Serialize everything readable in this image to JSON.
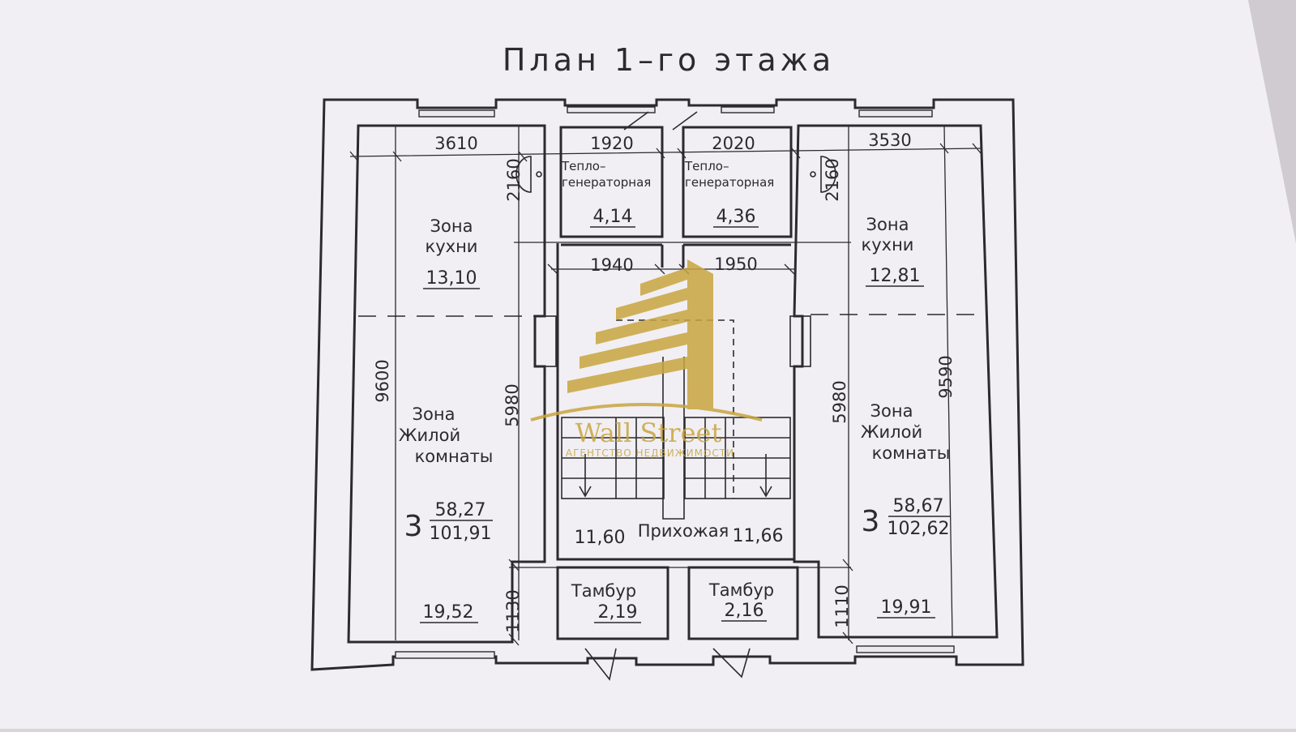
{
  "plan": {
    "title": "План 1–го этажа",
    "dimensions": {
      "d3610": "3610",
      "d1920": "1920",
      "d2020": "2020",
      "d3530": "3530",
      "d2160_left": "2160",
      "d2160_right": "2160",
      "d1940": "1940",
      "d1950": "1950",
      "d9600": "9600",
      "d9590": "9590",
      "d5980_left": "5980",
      "d5980_right": "5980",
      "d1130": "1130",
      "d1110": "1110"
    },
    "rooms": {
      "left_kitchen": {
        "line1": "Зона",
        "line2": "кухни",
        "area": "13,10"
      },
      "right_kitchen": {
        "line1": "Зона",
        "line2": "кухни",
        "area": "12,81"
      },
      "heat_left": {
        "line1": "Тепло–",
        "line2": "генераторная",
        "area": "4,14"
      },
      "heat_right": {
        "line1": "Тепло–",
        "line2": "генераторная",
        "area": "4,36"
      },
      "left_living": {
        "line1": "Зона",
        "line2": "Жилой",
        "line3": "комнаты",
        "area": "19,52"
      },
      "right_living": {
        "line1": "Зона",
        "line2": "Жилой",
        "line3": "комнаты",
        "area": "19,91"
      },
      "hall": {
        "label": "Прихожая",
        "area_left": "11,60",
        "area_right": "11,66"
      },
      "tambur_left": {
        "label": "Тамбур",
        "area": "2,19"
      },
      "tambur_right": {
        "label": "Тамбур",
        "area": "2,16"
      }
    },
    "apartments": {
      "left": {
        "rooms": "3",
        "living_area": "58,27",
        "total_area": "101,91"
      },
      "right": {
        "rooms": "3",
        "living_area": "58,67",
        "total_area": "102,62"
      }
    },
    "watermark": {
      "name": "Wall Street",
      "tagline": "АГЕНТСТВО НЕДВИЖИМОСТИ",
      "color": "#c9a640"
    }
  }
}
